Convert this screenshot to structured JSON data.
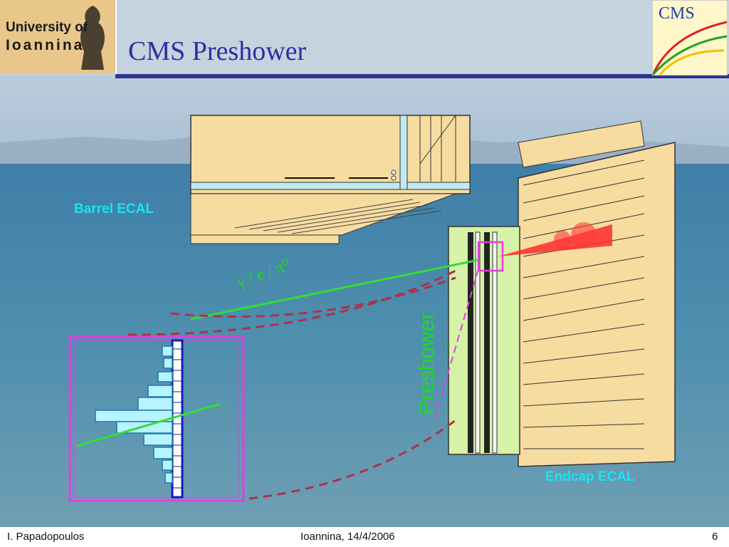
{
  "slide": {
    "title": "CMS Preshower",
    "logos": {
      "university_line1": "University of",
      "university_line2": "Ioannina",
      "cms": "CMS"
    },
    "labels": {
      "barrel": "Barrel ECAL",
      "endcap": "Endcap ECAL",
      "preshower": "Preshower",
      "particle": "γ / e / π⁰"
    },
    "footer": {
      "author": "I. Papadopoulos",
      "place_date": "Ioannina, 14/4/2006",
      "page": "6"
    },
    "colors": {
      "title": "#2a2f9e",
      "label": "#16e6f0",
      "preshower": "#18e018",
      "detector_fill": "#f7dca0",
      "highlight": "#e040e0"
    },
    "icons": [
      "university-seal-icon",
      "cms-logo-icon"
    ]
  }
}
